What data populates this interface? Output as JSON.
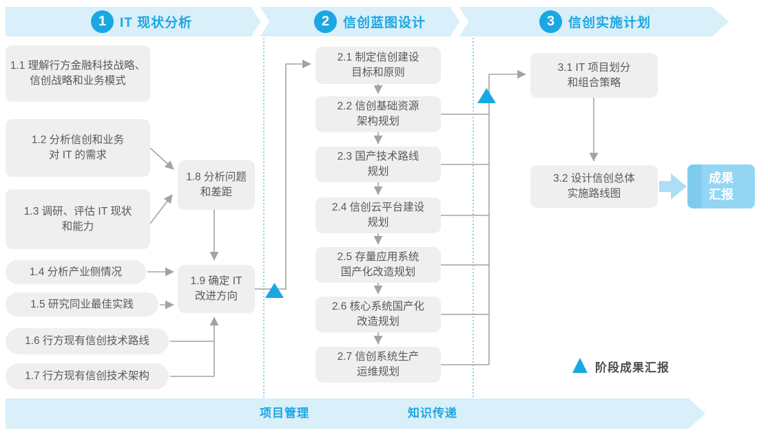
{
  "header": {
    "phases": [
      {
        "number": "1",
        "label": "IT 现状分析"
      },
      {
        "number": "2",
        "label": "信创蓝图设计"
      },
      {
        "number": "3",
        "label": "信创实施计划"
      }
    ]
  },
  "steps": {
    "s11": "1.1 理解行方金融科技战略、\n信创战略和业务模式",
    "s12": "1.2 分析信创和业务\n对 IT 的需求",
    "s13": "1.3 调研、评估 IT 现状\n和能力",
    "s14": "1.4 分析产业侧情况",
    "s15": "1.5 研究同业最佳实践",
    "s16": "1.6 行方现有信创技术路线",
    "s17": "1.7 行方现有信创技术架构",
    "s18": "1.8 分析问题\n和差距",
    "s19": "1.9 确定 IT\n改进方向",
    "s21": "2.1 制定信创建设\n目标和原则",
    "s22": "2.2 信创基础资源\n架构规划",
    "s23": "2.3 国产技术路线\n规划",
    "s24": "2.4 信创云平台建设\n规划",
    "s25": "2.5 存量应用系统\n国产化改造规划",
    "s26": "2.6 核心系统国产化\n改造规划",
    "s27": "2.7 信创系统生产\n运维规划",
    "s31": "3.1 IT 项目划分\n和组合策略",
    "s32": "3.2 设计信创总体\n实施路线图"
  },
  "deliverable": "成果\n汇报",
  "legend": {
    "milestone": "阶段成果汇报"
  },
  "footer": {
    "project_management": "项目管理",
    "knowledge_transfer": "知识传递"
  },
  "colors": {
    "accent_blue": "#1BA7E2",
    "band_blue": "#D9EFFA",
    "box_gray": "#EFEFEF",
    "box_text": "#58595B",
    "connector_gray": "#A3A3A3",
    "dotted_blue": "#5BC2EA",
    "deliverable_blue": "#93D6F3",
    "big_arrow_blue": "#AEDEF6"
  }
}
